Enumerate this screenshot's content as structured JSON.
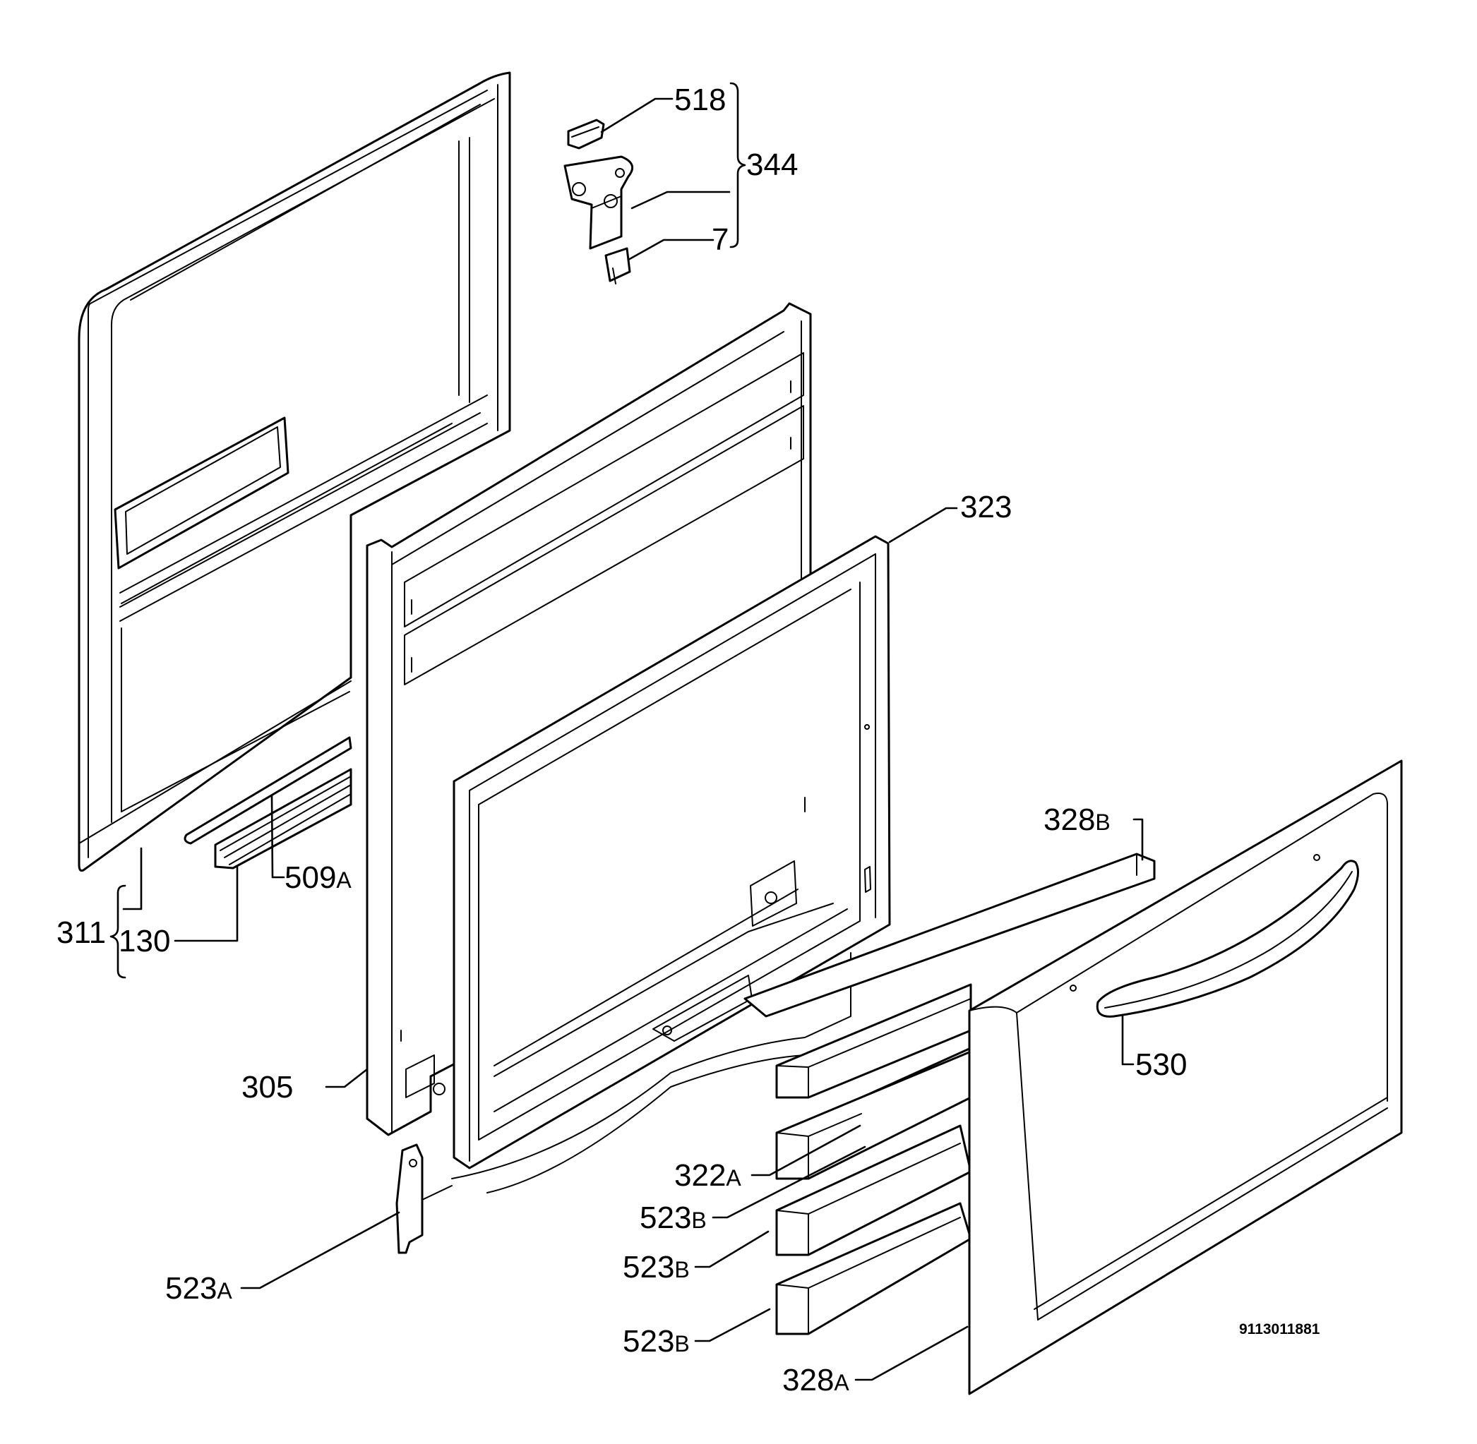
{
  "labels": {
    "l518": "518",
    "l344": "344",
    "l7": "7",
    "l323": "323",
    "l311": "311",
    "l130": "130",
    "l509": "509",
    "l509_sfx": "A",
    "l305": "305",
    "l328b": "328",
    "l328b_sfx": "B",
    "l530": "530",
    "l322a": "322",
    "l322a_sfx": "A",
    "l523b_1": "523",
    "l523b_1_sfx": "B",
    "l523b_2": "523",
    "l523b_2_sfx": "B",
    "l523b_3": "523",
    "l523b_3_sfx": "B",
    "l523a": "523",
    "l523a_sfx": "A",
    "l328a": "328",
    "l328a_sfx": "A"
  },
  "diagram_code": "9113011881"
}
